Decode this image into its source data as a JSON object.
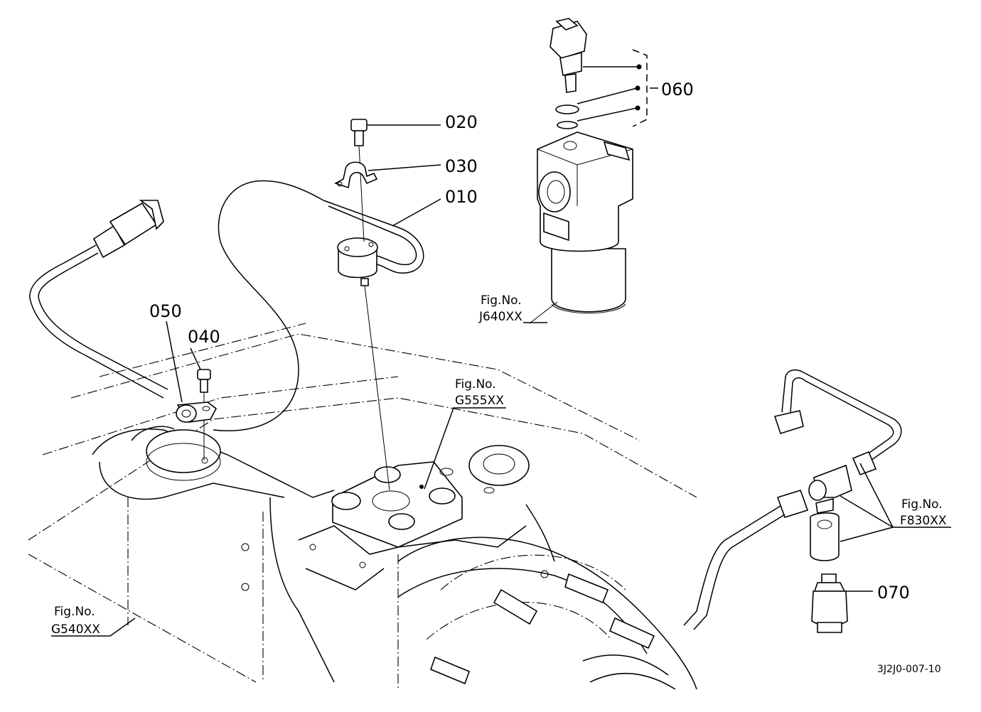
{
  "callouts": {
    "p010": "010",
    "p020": "020",
    "p030": "030",
    "p040": "040",
    "p050": "050",
    "p060": "060",
    "p070": "070"
  },
  "references": {
    "j640": {
      "line1": "Fig.No.",
      "line2": "J640XX"
    },
    "g555": {
      "line1": "Fig.No.",
      "line2": "G555XX"
    },
    "f830": {
      "line1": "Fig.No.",
      "line2": "F830XX"
    },
    "g540": {
      "line1": "Fig.No.",
      "line2": "G540XX"
    }
  },
  "drawing_code": "3J2J0-007-10"
}
